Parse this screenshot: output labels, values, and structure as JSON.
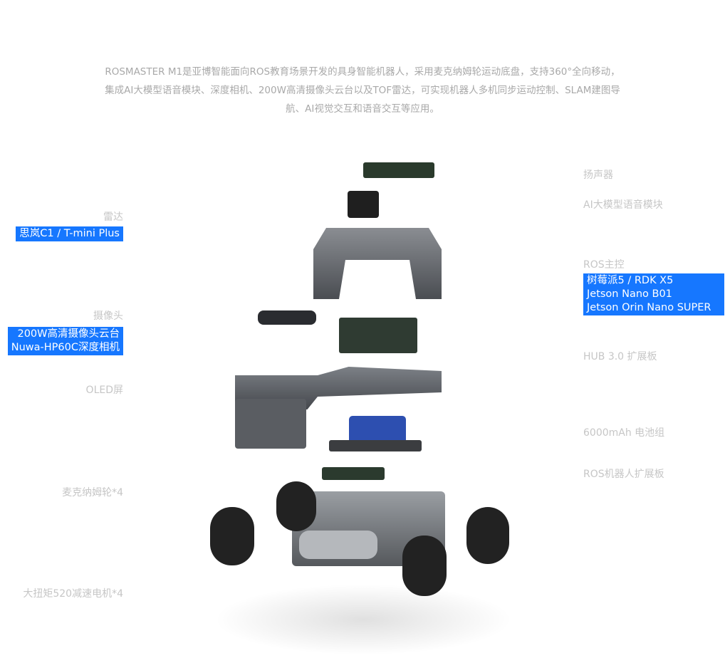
{
  "intro": {
    "lines": [
      "ROSMASTER M1是亚博智能面向ROS教育场景开发的具身智能机器人，采用麦克纳姆轮运动底盘，支持360°全向移动，",
      "集成AI大模型语音模块、深度相机、200W高清摄像头云台以及TOF雷达，可实现机器人多机同步运动控制、SLAM建图导",
      "航、AI视觉交互和语音交互等应用。"
    ]
  },
  "left_labels": {
    "lidar": "雷达",
    "lidar_models": "思岚C1 / T-mini Plus",
    "camera": "摄像头",
    "camera_models": [
      "200W高清摄像头云台",
      "Nuwa-HP60C深度相机"
    ],
    "oled": "OLED屏",
    "wheel": "麦克纳姆轮*4",
    "motor": "大扭矩520减速电机*4"
  },
  "right_labels": {
    "speaker": "扬声器",
    "voice": "AI大模型语音模块",
    "ros_main": "ROS主控",
    "ros_models": [
      "树莓派5 / RDK X5",
      "Jetson Nano B01",
      "Jetson Orin Nano SUPER"
    ],
    "hub": "HUB 3.0 扩展板",
    "battery": "6000mAh 电池组",
    "expansion": "ROS机器人扩展板"
  },
  "colors": {
    "accent": "#1677ff",
    "label": "#c6c6c6"
  }
}
